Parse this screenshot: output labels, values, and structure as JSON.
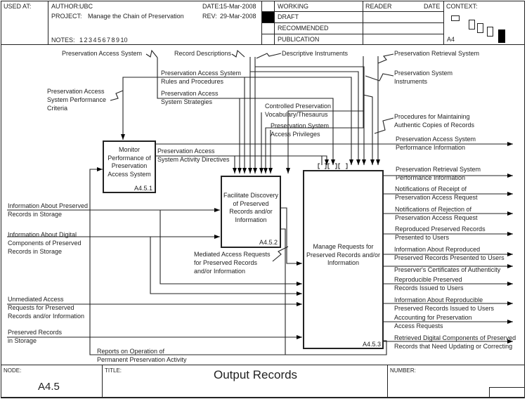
{
  "header": {
    "used_at_label": "USED AT:",
    "author_label": "AUTHOR:",
    "author": "UBC",
    "date_label": "DATE:",
    "date": "15-Mar-2008",
    "project_label": "PROJECT:",
    "project": "Manage the Chain of Preservation",
    "rev_label": "REV:",
    "rev": "29-Mar-2008",
    "notes_label": "NOTES:",
    "notes": "1  2  3  4  5  6  7  8  9  10",
    "status": [
      "WORKING",
      "DRAFT",
      "RECOMMENDED",
      "PUBLICATION"
    ],
    "status_selected": "DRAFT",
    "reader_label": "READER",
    "reader_date_label": "DATE",
    "context_label": "CONTEXT:",
    "context_node": "A4"
  },
  "boxes": [
    {
      "id": "A4.5.1",
      "label": "Monitor\nPerformance of\nPreservation\nAccess System"
    },
    {
      "id": "A4.5.2",
      "label": "Facilitate Discovery\nof Preserved\nRecords and/or\nInformation"
    },
    {
      "id": "A4.5.3",
      "label": "Manage Requests for\nPreserved Records and/or\nInformation"
    }
  ],
  "controls": {
    "pas": "Preservation Access System",
    "record_descriptions": "Record Descriptions",
    "descriptive_instruments": "Descriptive Instruments",
    "retrieval_system": "Preservation Retrieval System",
    "rules_1": "Preservation Access System",
    "rules_2": "Rules and Procedures",
    "strategies_1": "Preservation Access",
    "strategies_2": "System Strategies",
    "criteria_1": "Preservation Access",
    "criteria_2": "System Performance",
    "criteria_3": "Criteria",
    "system_instruments_1": "Preservation System",
    "system_instruments_2": "Instruments",
    "vocab_1": "Controlled Preservation",
    "vocab_2": "Vocabulary/Thesaurus",
    "privileges_1": "Preservation System",
    "privileges_2": "Access Privileges",
    "procedures_1": "Procedures for Maintaining",
    "procedures_2": "Authentic Copies of Records",
    "directives_1": "Preservation Access",
    "directives_2": "System Activity Directives"
  },
  "inputs": {
    "info_storage_1": "Information About Preserved",
    "info_storage_2": "Records in Storage",
    "info_digital_1": "Information About Digital",
    "info_digital_2": "Components of Preserved",
    "info_digital_3": "Records in Storage",
    "unmediated_1": "Unmediated Access",
    "unmediated_2": "Requests for Preserved",
    "unmediated_3": "Records and/or Information",
    "preserved_1": "Preserved Records",
    "preserved_2": "in Storage",
    "mediated_1": "Mediated Access Requests",
    "mediated_2": "for Preserved Records",
    "mediated_3": "and/or Information",
    "reports_1": "Reports on Operation of",
    "reports_2": "Permanent Preservation Activity"
  },
  "outputs": [
    [
      "Preservation Access System",
      "Performance Information"
    ],
    [
      "Preservation Retrieval System",
      "Performance Information"
    ],
    [
      "Notifications of Receipt of",
      "Preservation Access Request"
    ],
    [
      "Notifications of Rejection of",
      "Preservation Access Request"
    ],
    [
      "Reproduced Preserved Records",
      "Presented to Users"
    ],
    [
      "Information About Reproduced",
      "Preserved Records Presented to Users"
    ],
    [
      "Preserver's Certificates of Authenticity",
      ""
    ],
    [
      "Reproducible Preserved",
      "Records Issued to Users"
    ],
    [
      "Information About Reproducible",
      "Preserved Records Issued to Users"
    ],
    [
      "Accounting for Preservation",
      "Access Requests"
    ],
    [
      "Retrieved Digital Components of Preserved",
      "Records that Need Updating or Correcting"
    ]
  ],
  "footer": {
    "node_label": "NODE:",
    "node": "A4.5",
    "title_label": "TITLE:",
    "title": "Output Records",
    "number_label": "NUMBER:"
  }
}
